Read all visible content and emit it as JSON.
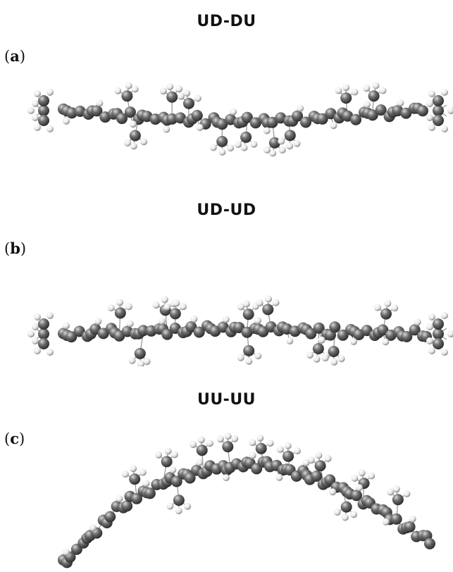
{
  "panels": [
    {
      "id": "a",
      "title": "UD-DU",
      "label_open": "(",
      "label_letter": "a",
      "label_close": ")"
    },
    {
      "id": "b",
      "title": "UD-UD",
      "label_open": "(",
      "label_letter": "b",
      "label_close": ")"
    },
    {
      "id": "c",
      "title": "UU-UU",
      "label_open": "(",
      "label_letter": "c",
      "label_close": ")"
    }
  ],
  "colors": {
    "carbon": "#6e6e6e",
    "hydrogen": "#e8e8e8",
    "bond": "#9a9a9a",
    "text": "#111111"
  }
}
